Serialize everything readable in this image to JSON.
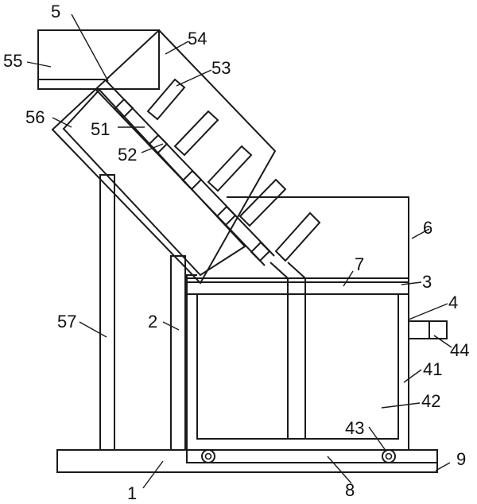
{
  "labels": {
    "l1": "1",
    "l2": "2",
    "l3": "3",
    "l4": "4",
    "l41": "41",
    "l42": "42",
    "l43": "43",
    "l44": "44",
    "l5": "5",
    "l51": "51",
    "l52": "52",
    "l53": "53",
    "l54": "54",
    "l55": "55",
    "l56": "56",
    "l57": "57",
    "l6": "6",
    "l7": "7",
    "l8": "8",
    "l9": "9"
  }
}
